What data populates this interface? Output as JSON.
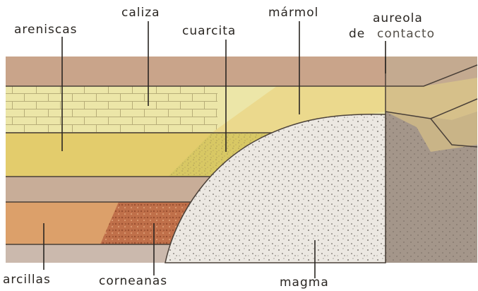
{
  "labels": {
    "areniscas": "areniscas",
    "caliza": "caliza",
    "cuarcita": "cuarcita",
    "marmol": "mármol",
    "aureola_line1": "aureola",
    "aureola_line2_a": "de",
    "aureola_line2_b": "contacto",
    "arcillas": "arcillas",
    "corneanas": "corneanas",
    "magma": "magma"
  },
  "colors": {
    "top_stratum": "#c9a48a",
    "caliza": "#ece6a8",
    "marmol": "#ebd98d",
    "arenisca": "#e3cc6c",
    "cuarcita": "#d8c864",
    "middle_stratum": "#c8ad98",
    "arcilla": "#dca06a",
    "cornea": "#c0704a",
    "bottom_stratum": "#cbb9ad",
    "magma": "#ece8e2",
    "aureola": "#a4968a"
  }
}
